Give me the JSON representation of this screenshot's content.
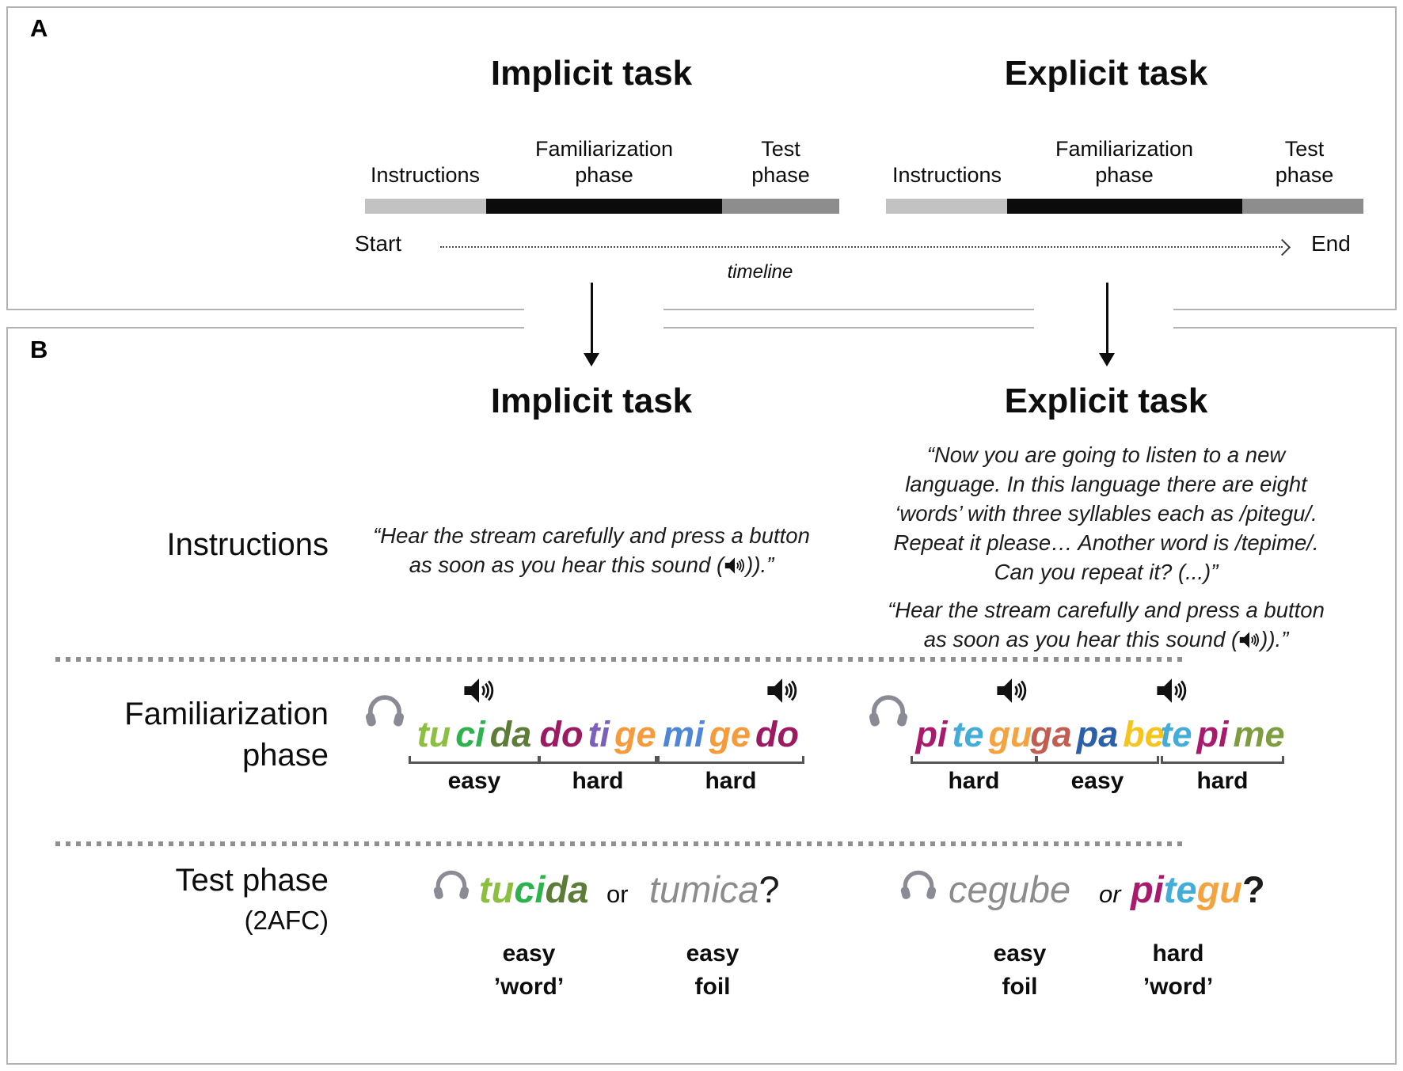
{
  "panel_a": {
    "label": "A",
    "implicit": {
      "title": "Implicit task",
      "instructions_label": "Instructions",
      "familiarization_label_1": "Familiarization",
      "familiarization_label_2": "phase",
      "test_label_1": "Test",
      "test_label_2": "phase"
    },
    "explicit": {
      "title": "Explicit task",
      "instructions_label": "Instructions",
      "familiarization_label_1": "Familiarization",
      "familiarization_label_2": "phase",
      "test_label_1": "Test",
      "test_label_2": "phase"
    },
    "timeline": {
      "start": "Start",
      "end": "End",
      "caption": "timeline"
    },
    "bar_colors": {
      "instructions": "#c2c2c2",
      "familiarization": "#0b0b0b",
      "test": "#8d8d8d"
    }
  },
  "panel_b": {
    "label": "B",
    "implicit_title": "Implicit task",
    "explicit_title": "Explicit task",
    "row_labels": {
      "instructions": "Instructions",
      "familiarization_1": "Familiarization",
      "familiarization_2": "phase",
      "test_1": "Test phase",
      "test_2": "(2AFC)"
    },
    "instructions": {
      "implicit_line1": "“Hear the stream carefully and press a button",
      "implicit_line2_pre": "as soon as you hear this sound (",
      "implicit_line2_post": ")).”",
      "explicit_intro_line1": "“Now you are going to listen to a new",
      "explicit_intro_line2": "language. In this language there are eight",
      "explicit_intro_line3": "‘words’ with three syllables each as /pitegu/.",
      "explicit_intro_line4": "Repeat it please… Another word is /tepime/.",
      "explicit_intro_line5": "Can you repeat it? (...)”",
      "explicit_line1": "“Hear the stream carefully and press a button",
      "explicit_line2_pre": "as soon as you hear this sound (",
      "explicit_line2_post": ")).”"
    },
    "familiarization": {
      "implicit": {
        "groups": [
          {
            "label": "easy",
            "s1": "tu",
            "c1": "#8cbe3f",
            "s2": "ci",
            "c2": "#2db34d",
            "s3": "da",
            "c3": "#5d7c37"
          },
          {
            "label": "hard",
            "s1": "do",
            "c1": "#9c1a61",
            "s2": "ti",
            "c2": "#7a60ba",
            "s3": "ge",
            "c3": "#f59b3c"
          },
          {
            "label": "hard",
            "s1": "mi",
            "c1": "#4e86d9",
            "s2": "ge",
            "c2": "#f59b3c",
            "s3": "do",
            "c3": "#9c1a61"
          }
        ]
      },
      "explicit": {
        "groups": [
          {
            "label": "hard",
            "s1": "pi",
            "c1": "#a81a6c",
            "s2": "te",
            "c2": "#43add9",
            "s3": "gu",
            "c3": "#f5a33e"
          },
          {
            "label": "easy",
            "s1": "ga",
            "c1": "#c15e51",
            "s2": "pa",
            "c2": "#2b5fa9",
            "s3": "be",
            "c3": "#f6c41e"
          },
          {
            "label": "hard",
            "s1": "te",
            "c1": "#43add9",
            "s2": "pi",
            "c2": "#a81a6c",
            "s3": "me",
            "c3": "#7e9d3e"
          }
        ]
      }
    },
    "test": {
      "implicit": {
        "w1s1": "tu",
        "w1c1": "#8cbe3f",
        "w1s2": "ci",
        "w1c2": "#2db34d",
        "w1s3": "da",
        "w1c3": "#5d7c37",
        "or": "or",
        "word2": "tumica",
        "word2_color": "#8c8c8c",
        "question": "?",
        "label1_1": "easy",
        "label1_2": "’word’",
        "label2_1": "easy",
        "label2_2": "foil"
      },
      "explicit": {
        "word1": "cegube",
        "word1_color": "#8c8c8c",
        "or": "or",
        "w2s1": "pi",
        "w2c1": "#a81a6c",
        "w2s2": "te",
        "w2c2": "#43add9",
        "w2s3": "gu",
        "w2c3": "#f5a33e",
        "question": "?",
        "label1_1": "easy",
        "label1_2": "foil",
        "label2_1": "hard",
        "label2_2": "’word’"
      }
    }
  }
}
